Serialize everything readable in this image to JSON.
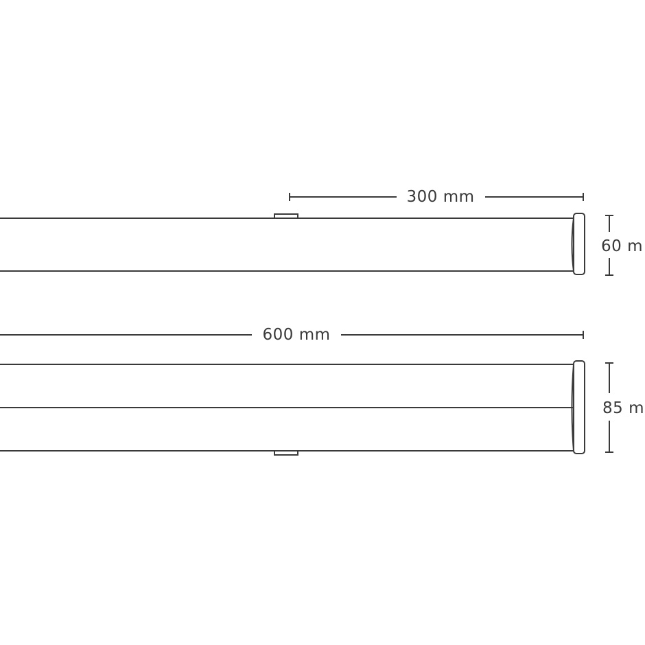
{
  "top_view": {
    "dimension_length": "300 mm",
    "dimension_height": "60 m"
  },
  "side_view": {
    "dimension_length": "600 mm",
    "dimension_height": "85 m"
  },
  "colors": {
    "line": "#3a3a3a",
    "background": "#ffffff"
  }
}
